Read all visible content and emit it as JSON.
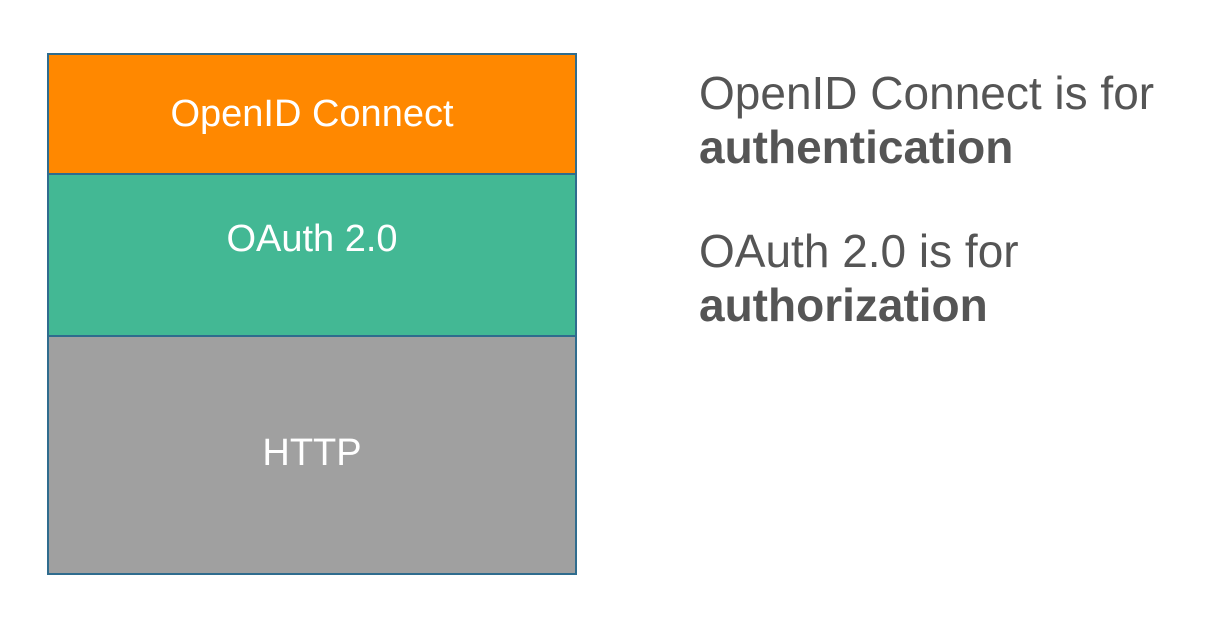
{
  "stack": {
    "layers": [
      {
        "label": "OpenID Connect",
        "color": "#ff8800"
      },
      {
        "label": "OAuth 2.0",
        "color": "#43b894"
      },
      {
        "label": "HTTP",
        "color": "#a0a0a0"
      }
    ],
    "border_color": "#2f6c8e"
  },
  "notes": [
    {
      "prefix": "OpenID Connect is for",
      "emphasis": "authentication"
    },
    {
      "prefix": "OAuth 2.0 is for",
      "emphasis": "authorization"
    }
  ],
  "colors": {
    "text": "#555555",
    "layer_text": "#ffffff"
  }
}
